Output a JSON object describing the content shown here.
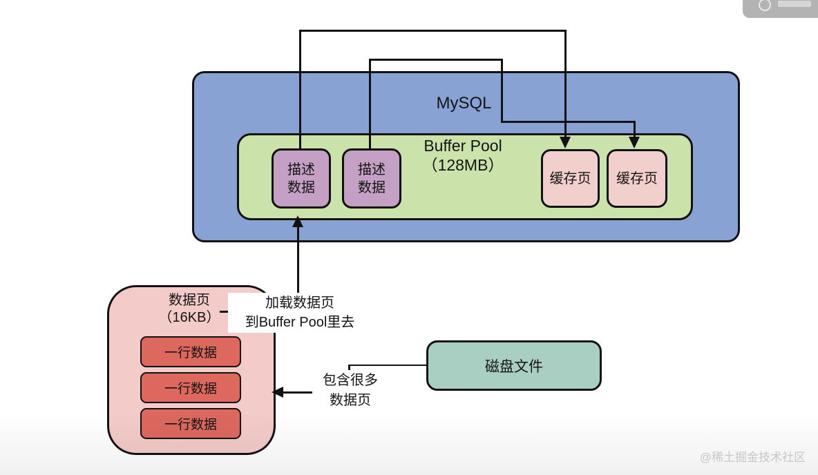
{
  "colors": {
    "blue": "#87a2d3",
    "green": "#cbe2aa",
    "purple": "#c3a0c4",
    "cache-pink": "#f1cfcd",
    "page-pink": "#f3cbc8",
    "row-red": "#dc685e",
    "teal": "#a9cec2",
    "ink": "#141414",
    "line": "#111111",
    "watermark": "#c7c7c7",
    "badge": "#b3b3b3"
  },
  "mysql": {
    "title": "MySQL"
  },
  "buffer_pool": {
    "title": "Buffer Pool\n（128MB）"
  },
  "describe_blocks": [
    "描述\n数据",
    "描述\n数据"
  ],
  "cache_pages": [
    "缓存页",
    "缓存页"
  ],
  "data_page": {
    "title": "数据页\n（16KB）",
    "rows": [
      "一行数据",
      "一行数据",
      "一行数据"
    ]
  },
  "disk_file": {
    "label": "磁盘文件"
  },
  "annotations": {
    "load": "加载数据页\n到Buffer Pool里去",
    "contains": "包含很多\n数据页"
  },
  "watermark": "@稀土掘金技术社区"
}
